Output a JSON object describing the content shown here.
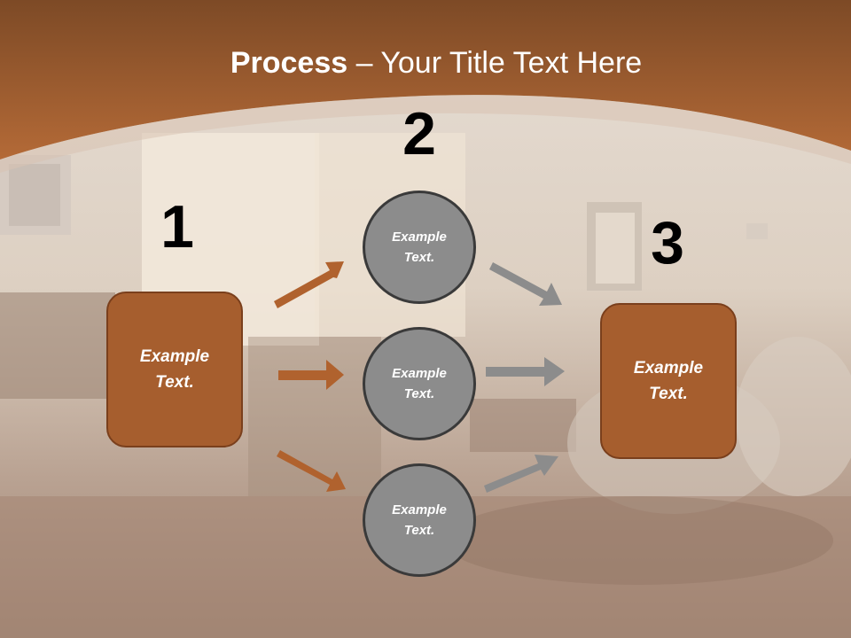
{
  "title": {
    "bold": "Process",
    "rest": " – Your Title Text Here"
  },
  "steps": [
    {
      "number": "1"
    },
    {
      "number": "2"
    },
    {
      "number": "3"
    }
  ],
  "left_box": {
    "label": "Example\nText."
  },
  "right_box": {
    "label": "Example\nText."
  },
  "circles": [
    {
      "label": "Example\nText."
    },
    {
      "label": "Example\nText."
    },
    {
      "label": "Example\nText."
    }
  ],
  "colors": {
    "brand_brown": "#a65e2e",
    "arrow_brown": "#b0622e",
    "arrow_gray": "#8c8c8c",
    "circle_gray": "#8c8c8c"
  }
}
